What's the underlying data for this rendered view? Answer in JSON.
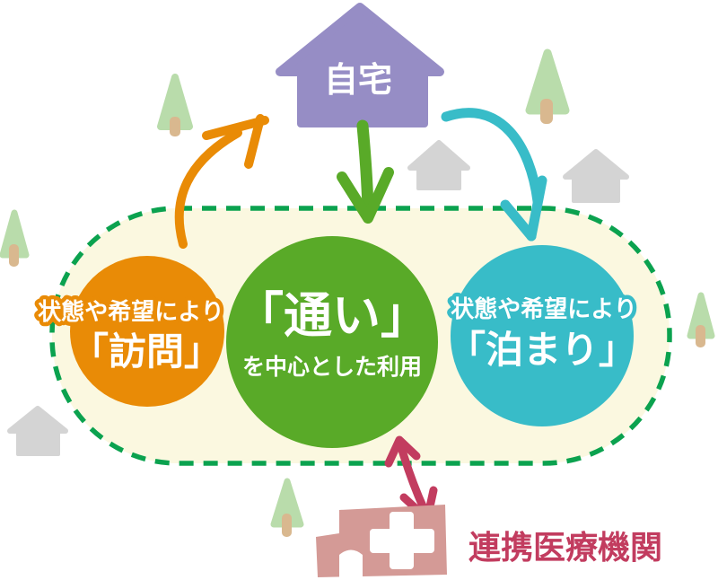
{
  "home": {
    "label": "自宅"
  },
  "zone": {
    "visit": {
      "qualifier": "状態や希望により",
      "label": "「訪問」"
    },
    "kayoi": {
      "label": "「通い」",
      "sublabel": "を中心とした利用"
    },
    "stay": {
      "qualifier": "状態や希望により",
      "label": "「泊まり」"
    }
  },
  "medical": {
    "label": "連携医療機関"
  },
  "colors": {
    "home_purple": "#968dc5",
    "visit_orange": "#e98b06",
    "kayoi_green": "#59aa28",
    "stay_teal": "#38bcc8",
    "zone_fill": "#fbf8e0",
    "zone_border_green": "#0ba24f",
    "medical_crimson": "#c23c5f",
    "hospital_pink": "#d49a96",
    "tree_green": "#b9dcab",
    "tree_trunk": "#d9b88f",
    "neighbor_house_gray": "#d4d4d4",
    "label_white": "#ffffff"
  }
}
